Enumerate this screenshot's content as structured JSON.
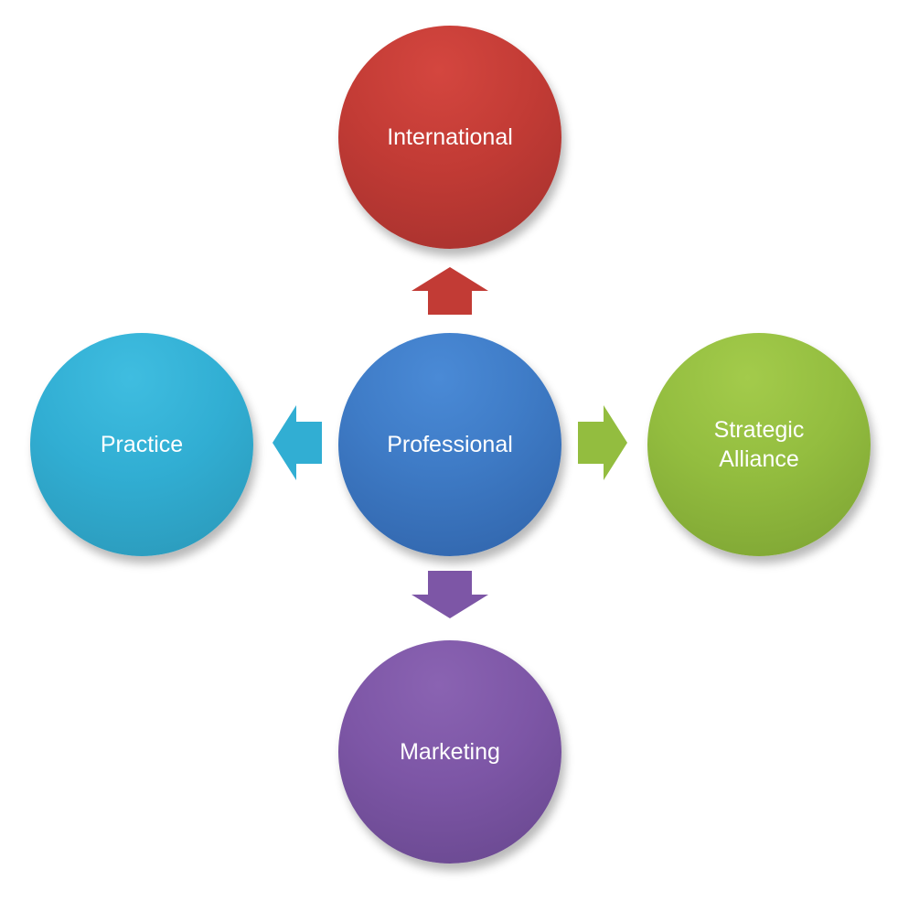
{
  "diagram": {
    "center": {
      "label": "Professional",
      "color": "#3b76c0"
    },
    "nodes": [
      {
        "id": "top",
        "label": "International",
        "color": "#c23b35"
      },
      {
        "id": "left",
        "label": "Practice",
        "color": "#31aed3"
      },
      {
        "id": "right",
        "label": "Strategic\nAlliance",
        "color": "#93bd3f"
      },
      {
        "id": "bottom",
        "label": "Marketing",
        "color": "#7d56a6"
      }
    ],
    "arrows": [
      {
        "direction": "up",
        "color": "#c23b35"
      },
      {
        "direction": "left",
        "color": "#31aed3"
      },
      {
        "direction": "right",
        "color": "#93bd3f"
      },
      {
        "direction": "down",
        "color": "#7d56a6"
      }
    ]
  }
}
